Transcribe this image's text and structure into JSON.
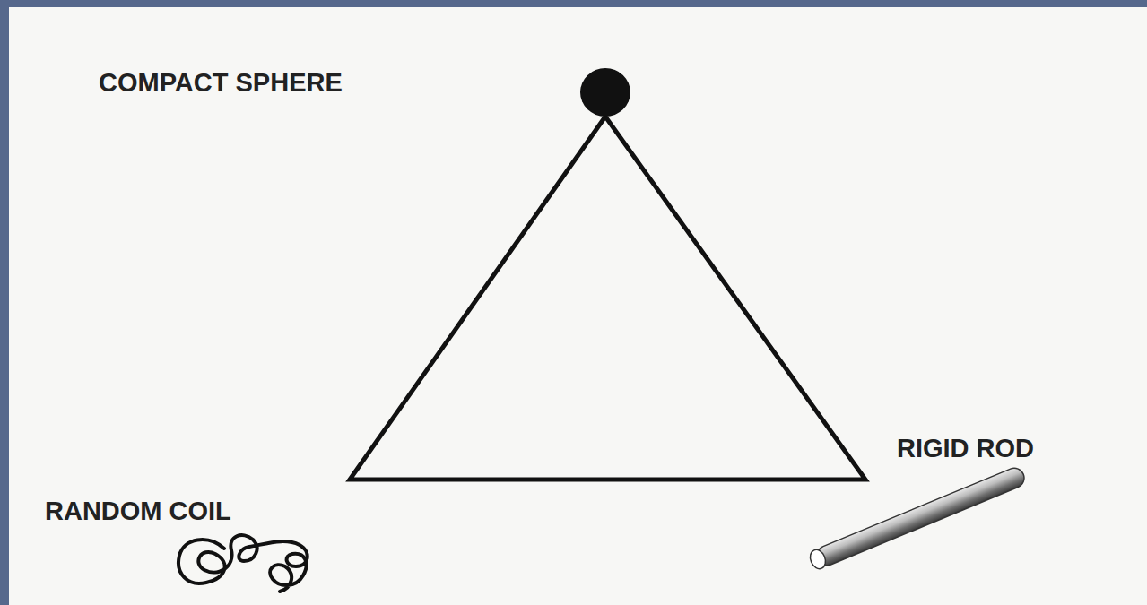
{
  "diagram": {
    "labels": [
      "COMPACT SPHERE",
      "RANDOM COIL",
      "RIGID ROD"
    ]
  }
}
